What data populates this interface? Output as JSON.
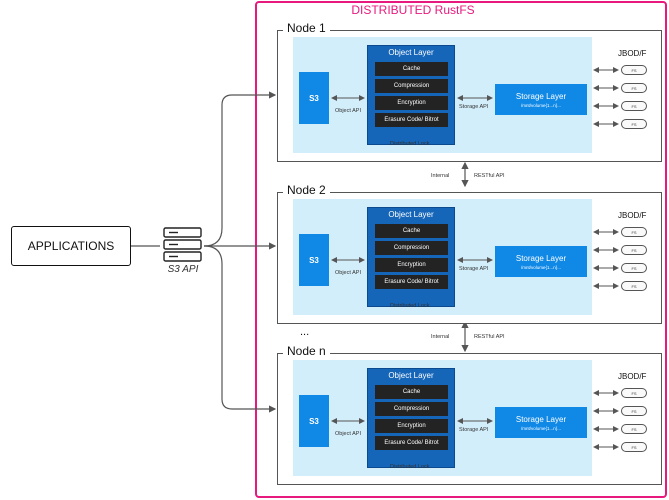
{
  "cluster": {
    "title": "DISTRIBUTED RustFS"
  },
  "applications": {
    "label": "APPLICATIONS"
  },
  "gateway": {
    "label": "S3 API"
  },
  "nodes": [
    {
      "name": "Node 1",
      "s3": "S3",
      "object_api": "Object API",
      "object_layer": "Object Layer",
      "items": [
        "Cache",
        "Compression",
        "Encryption",
        "Erasure Code/ Bitrot"
      ],
      "storage_api": "Storage API",
      "storage_layer": "Storage Layer",
      "storage_path": "/mnt/volume{1...n}...",
      "lock": "Distributed Lock",
      "jbod": "JBOD/F",
      "disks": [
        "FS",
        "FS",
        "FS",
        "FS"
      ]
    },
    {
      "name": "Node 2",
      "s3": "S3",
      "object_api": "Object API",
      "object_layer": "Object Layer",
      "items": [
        "Cache",
        "Compression",
        "Encryption",
        "Erasure Code/ Bitrot"
      ],
      "storage_api": "Storage API",
      "storage_layer": "Storage Layer",
      "storage_path": "/mnt/volume{1...n}...",
      "lock": "Distributed Lock",
      "jbod": "JBOD/F",
      "disks": [
        "FS",
        "FS",
        "FS",
        "FS"
      ]
    },
    {
      "name": "Node n",
      "s3": "S3",
      "object_api": "Object API",
      "object_layer": "Object Layer",
      "items": [
        "Cache",
        "Compression",
        "Encryption",
        "Erasure Code/ Bitrot"
      ],
      "storage_api": "Storage API",
      "storage_layer": "Storage Layer",
      "storage_path": "/mnt/volume{1...n}...",
      "lock": "Distributed Lock",
      "jbod": "JBOD/F",
      "disks": [
        "FS",
        "FS",
        "FS",
        "FS"
      ]
    }
  ],
  "links": [
    {
      "left": "Internal",
      "right": "RESTful API"
    },
    {
      "left": "Internal",
      "right": "RESTful API"
    }
  ],
  "ellipsis": "..."
}
